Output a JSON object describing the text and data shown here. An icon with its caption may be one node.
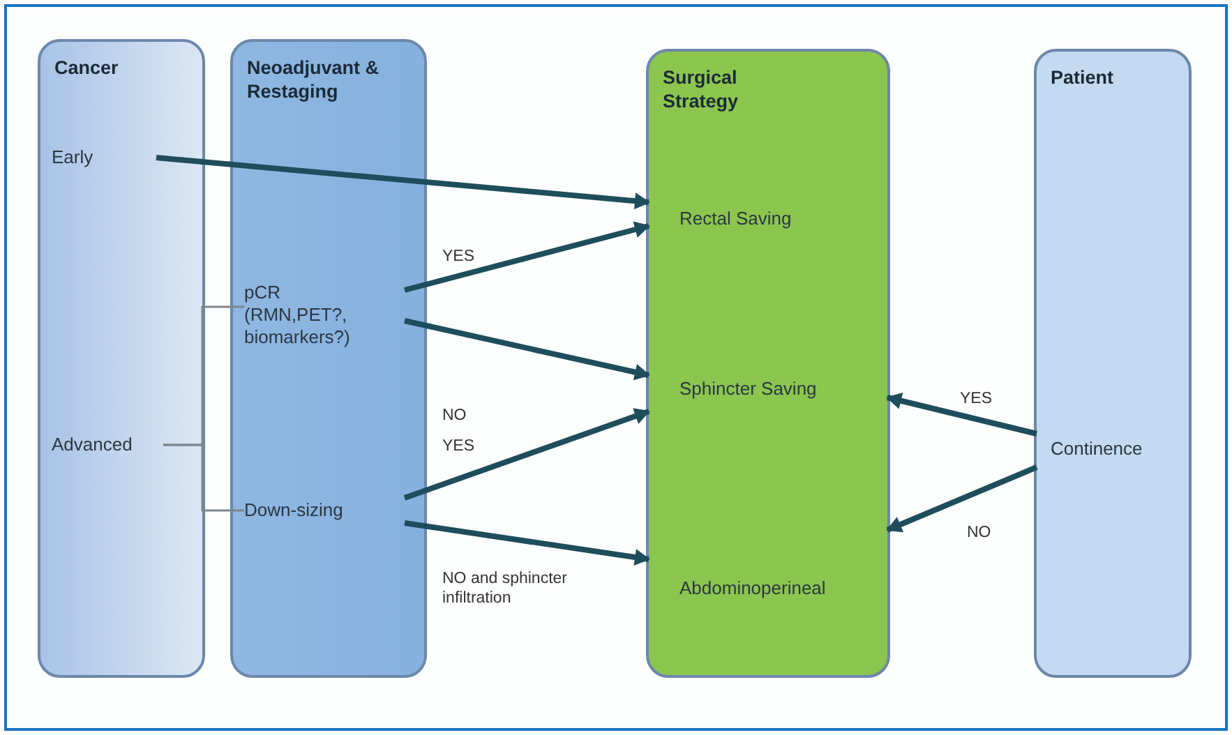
{
  "diagram": {
    "nodes": [
      {
        "text": [
          "Cancer"
        ]
      },
      {
        "text": [
          "Early"
        ],
        "in": 0
      },
      {
        "text": [
          "Advanced"
        ],
        "in": 0
      },
      {
        "text": [
          "Neoadjuvant & Restaging"
        ]
      },
      {
        "text": [
          "pCR (RMN,PET?, biomarkers?)"
        ],
        "in": 3
      },
      {
        "text": [
          "Down-sizing"
        ],
        "in": 3
      },
      {
        "text": [
          "Surgical Strategy"
        ]
      },
      {
        "text": [
          "Rectal Saving"
        ],
        "in": 6
      },
      {
        "text": [
          "Sphincter Saving"
        ],
        "in": 6
      },
      {
        "text": [
          "Abdominoperineal"
        ],
        "in": 6
      },
      {
        "text": [
          "Patient"
        ]
      },
      {
        "text": [
          "Continence"
        ],
        "in": 10
      }
    ],
    "edges": [
      {
        "from": 1,
        "to": 7,
        "arrow": "to"
      },
      {
        "from": 4,
        "to": 7,
        "arrow": "to",
        "label": "YES"
      },
      {
        "from": 4,
        "to": 8,
        "arrow": "to",
        "label": "NO"
      },
      {
        "from": 5,
        "to": 8,
        "arrow": "to",
        "label": "YES"
      },
      {
        "from": 5,
        "to": 9,
        "arrow": "to",
        "label": "NO and sphincter infiltration"
      },
      {
        "from": 11,
        "to": 8,
        "arrow": "to",
        "label": "YES"
      },
      {
        "from": 11,
        "to": 9,
        "arrow": "to",
        "label": "NO"
      },
      {
        "from": 2,
        "to": 4,
        "arrow": "none",
        "color": "#7d8790"
      },
      {
        "from": 2,
        "to": 5,
        "arrow": "none",
        "color": "#7d8790"
      }
    ]
  }
}
